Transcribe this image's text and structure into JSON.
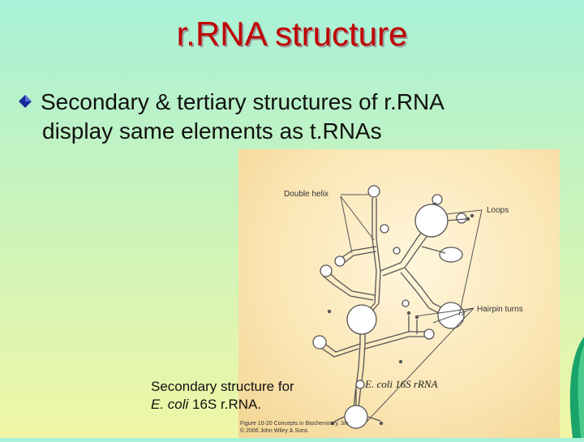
{
  "title": "r.RNA structure",
  "bullet": {
    "line1": "Secondary & tertiary structures of r.RNA",
    "line2": "display same elements as t.RNAs"
  },
  "figure": {
    "label_double_helix": "Double helix",
    "label_loops": "Loops",
    "label_hairpin": "Hairpin turns",
    "label_species": "E. coli 16S rRNA",
    "credit_line1": "Figure 10-20 Concepts in Biochemistry, 3/e",
    "credit_line2": "© 2006 John Wiley & Sons"
  },
  "caption": {
    "line1": "Secondary structure for",
    "line2_italic": "E. coli",
    "line2_rest": " 16S r.RNA."
  },
  "colors": {
    "title": "#c00000",
    "bullet_diamond": "#1a2a9a"
  }
}
